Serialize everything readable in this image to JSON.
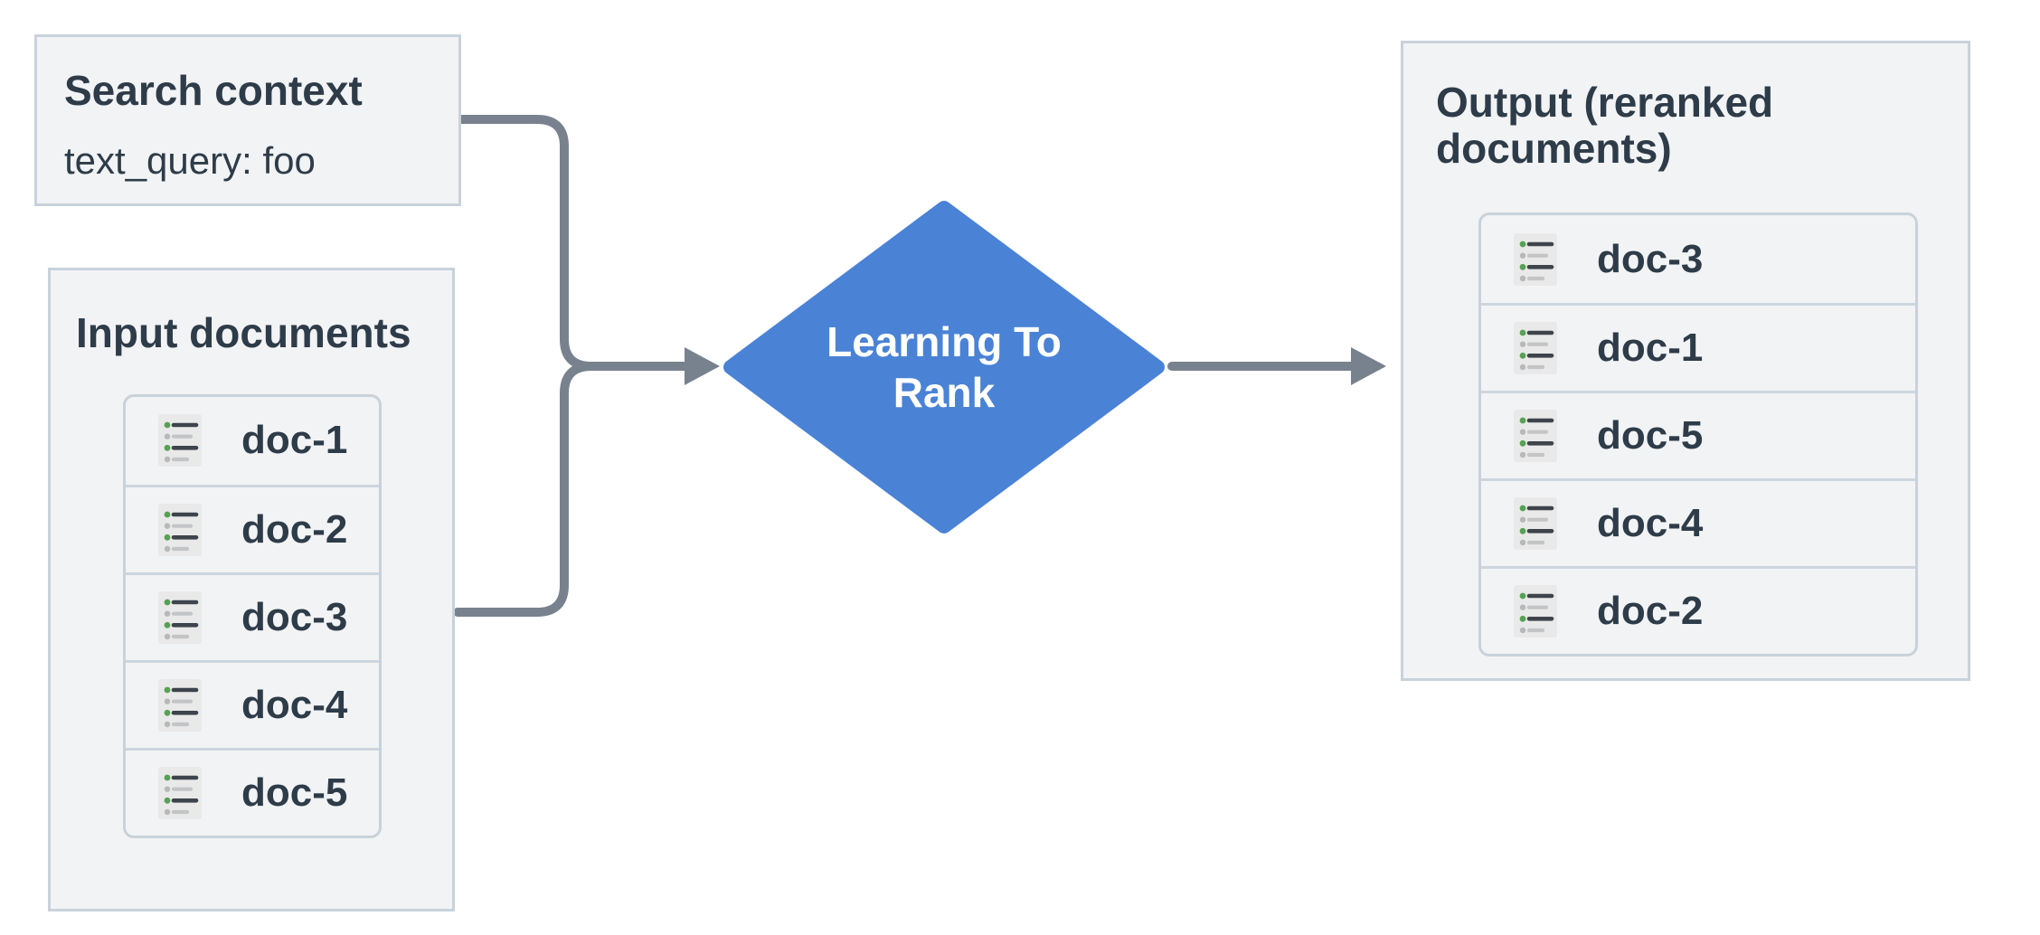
{
  "search_context": {
    "title": "Search context",
    "query": "text_query: foo"
  },
  "input_documents": {
    "title": "Input documents",
    "items": [
      "doc-1",
      "doc-2",
      "doc-3",
      "doc-4",
      "doc-5"
    ]
  },
  "ltr_node": {
    "line1": "Learning To",
    "line2": "Rank",
    "full_label": "Learning To Rank"
  },
  "output_documents": {
    "title": "Output (reranked documents)",
    "items": [
      "doc-3",
      "doc-1",
      "doc-5",
      "doc-4",
      "doc-2"
    ]
  },
  "icons": {
    "document_icon": "document-list-icon"
  },
  "colors": {
    "diamond_blue": "#4a82d6",
    "connector_gray": "#78828e",
    "panel_background": "#f2f3f5",
    "panel_border": "#c8d2da",
    "row_separator": "#cdd6de",
    "text_dark": "#2e3c49",
    "icon_background": "#e9e9e9",
    "icon_line_dark": "#3e444c",
    "icon_line_gray": "#c2c4c6",
    "icon_bullet_green": "#56a154",
    "icon_bullet_gray": "#b6b8ba"
  }
}
